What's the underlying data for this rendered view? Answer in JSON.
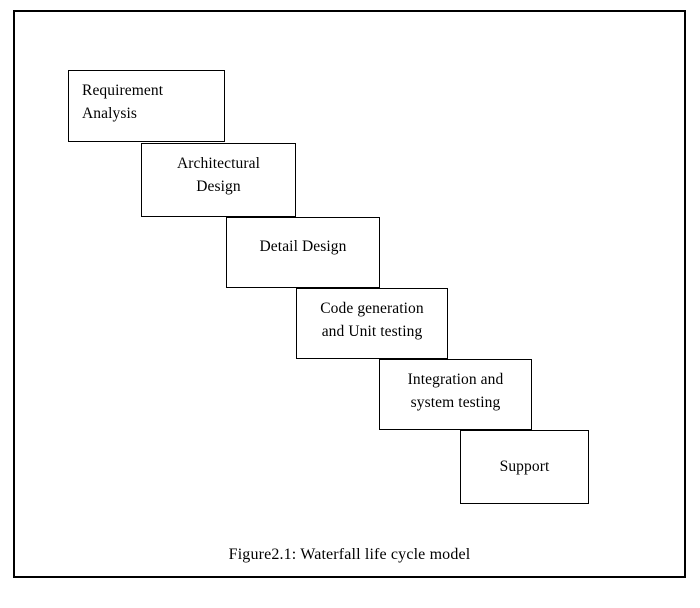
{
  "figure": {
    "caption": "Figure2.1: Waterfall life cycle model",
    "frame_color": "#000000",
    "background_color": "#ffffff",
    "box_border_color": "#000000",
    "text_color": "#000000"
  },
  "diagram": {
    "type": "waterfall-cascade",
    "stage_count": 6,
    "stages": [
      {
        "id": "requirement-analysis",
        "label": "Requirement\nAnalysis",
        "order": 1
      },
      {
        "id": "architectural-design",
        "label": "Architectural\nDesign",
        "order": 2
      },
      {
        "id": "detail-design",
        "label": "Detail Design",
        "order": 3
      },
      {
        "id": "code-generation",
        "label": "Code generation\nand Unit testing",
        "order": 4
      },
      {
        "id": "integration-system-testing",
        "label": "Integration and\nsystem testing",
        "order": 5
      },
      {
        "id": "support",
        "label": "Support",
        "order": 6
      }
    ]
  }
}
